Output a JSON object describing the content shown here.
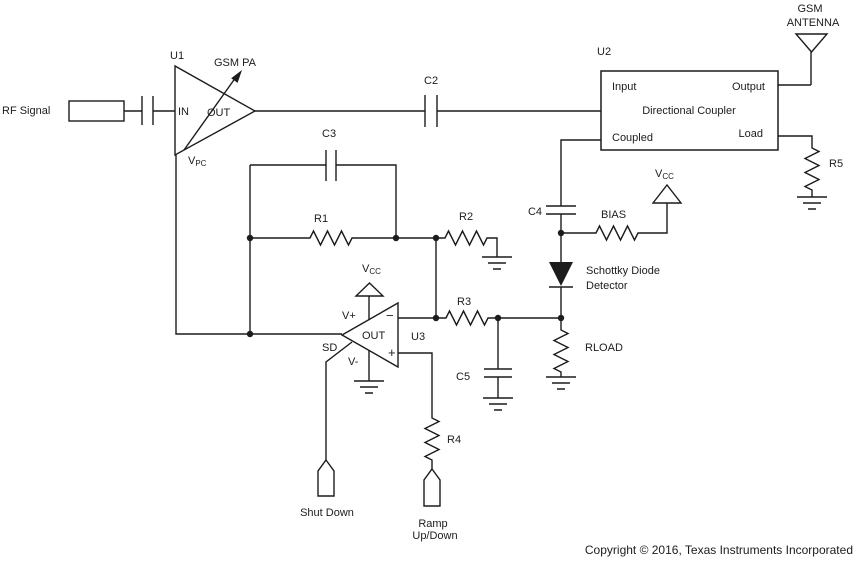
{
  "colors": {
    "ink": "#1c1c1c",
    "background": "#ffffff"
  },
  "rf_input": {
    "label": "RF Signal"
  },
  "pa": {
    "ref": "U1",
    "title": "GSM PA",
    "pin_in": "IN",
    "pin_out": "OUT",
    "vpc_base": "V",
    "vpc_sub": "PC"
  },
  "capacitors": {
    "c2": "C2",
    "c3": "C3",
    "c4": "C4",
    "c5": "C5"
  },
  "resistors": {
    "r1": "R1",
    "r2": "R2",
    "r3": "R3",
    "r4": "R4",
    "r5": "R5",
    "rload": "RLOAD",
    "bias": "BIAS"
  },
  "coupler": {
    "ref": "U2",
    "title": "Directional Coupler",
    "pin_input": "Input",
    "pin_output": "Output",
    "pin_coupled": "Coupled",
    "pin_load": "Load"
  },
  "antenna": {
    "line1": "GSM",
    "line2": "ANTENNA"
  },
  "supply": {
    "vcc_base": "V",
    "vcc_sub": "CC"
  },
  "detector": {
    "line1": "Schottky Diode",
    "line2": "Detector"
  },
  "opamp": {
    "ref": "U3",
    "label_out": "OUT",
    "label_vplus": "V+",
    "label_vminus": "V-",
    "label_sd": "SD",
    "pin_minus": "−",
    "pin_plus": "+"
  },
  "ports": {
    "shutdown": "Shut Down",
    "ramp_line1": "Ramp",
    "ramp_line2": "Up/Down"
  },
  "footer": {
    "copyright": "Copyright © 2016, Texas Instruments Incorporated"
  }
}
